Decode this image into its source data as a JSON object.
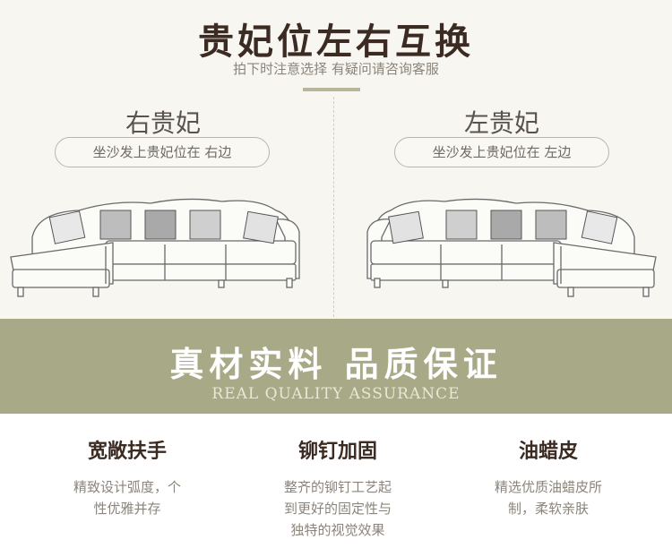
{
  "header": {
    "title": "贵妃位左右互换",
    "subtitle": "拍下时注意选择  有疑问请咨询客服"
  },
  "options": [
    {
      "label": "右贵妃",
      "note": "坐沙发上贵妃位在  右边"
    },
    {
      "label": "左贵妃",
      "note": "坐沙发上贵妃位在  左边"
    }
  ],
  "banner": {
    "title": "真材实料  品质保证",
    "subtitle": "REAL QUALITY ASSURANCE"
  },
  "features": [
    {
      "title": "宽敞扶手",
      "lines": [
        "精致设计弧度，个",
        "性优雅并存"
      ]
    },
    {
      "title": "铆钉加固",
      "lines": [
        "整齐的铆钉工艺起",
        "到更好的固定性与",
        "独特的视觉效果"
      ]
    },
    {
      "title": "油蜡皮",
      "lines": [
        "精选优质油蜡皮所",
        "制，柔软亲肤"
      ]
    }
  ]
}
